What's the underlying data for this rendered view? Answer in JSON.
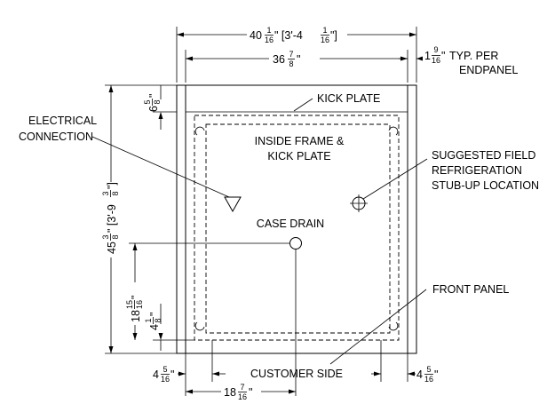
{
  "labels": {
    "kick_plate": "KICK PLATE",
    "electrical_1": "ELECTRICAL",
    "electrical_2": "CONNECTION",
    "inside_frame_1": "INSIDE FRAME &",
    "inside_frame_2": "KICK PLATE",
    "suggested_1": "SUGGESTED FIELD",
    "suggested_2": "REFRIGERATION",
    "suggested_3": "STUB-UP LOCATION",
    "case_drain": "CASE DRAIN",
    "front_panel": "FRONT PANEL",
    "customer_side": "CUSTOMER SIDE",
    "typ_per": "TYP. PER",
    "endpanel": "ENDPANEL"
  },
  "dimensions": {
    "overall_width": {
      "whole": "40",
      "num": "1",
      "den": "16",
      "rest": "\" [3'-4",
      "rest_num": "1",
      "rest_den": "16",
      "tail": "\"]"
    },
    "inner_width": {
      "whole": "36",
      "num": "7",
      "den": "8",
      "tail": "\""
    },
    "endpanel": {
      "whole": "1",
      "num": "9",
      "den": "16",
      "tail": "\""
    },
    "kick_depth": {
      "whole": "6",
      "num": "5",
      "den": "8",
      "tail": "\""
    },
    "overall_depth": {
      "whole": "45",
      "num": "3",
      "den": "8",
      "rest": "\" [3'-9",
      "rest_num": "3",
      "rest_den": "8",
      "tail": "\"]"
    },
    "drain_from_front": {
      "whole": "18",
      "num": "15",
      "den": "16",
      "tail": "\""
    },
    "front_inset": {
      "whole": "4",
      "num": "1",
      "den": "8",
      "tail": "\""
    },
    "left_inset": {
      "whole": "4",
      "num": "5",
      "den": "16",
      "tail": "\""
    },
    "right_inset": {
      "whole": "4",
      "num": "5",
      "den": "16",
      "tail": "\""
    },
    "drain_from_left": {
      "whole": "18",
      "num": "7",
      "den": "16",
      "tail": "\""
    }
  }
}
